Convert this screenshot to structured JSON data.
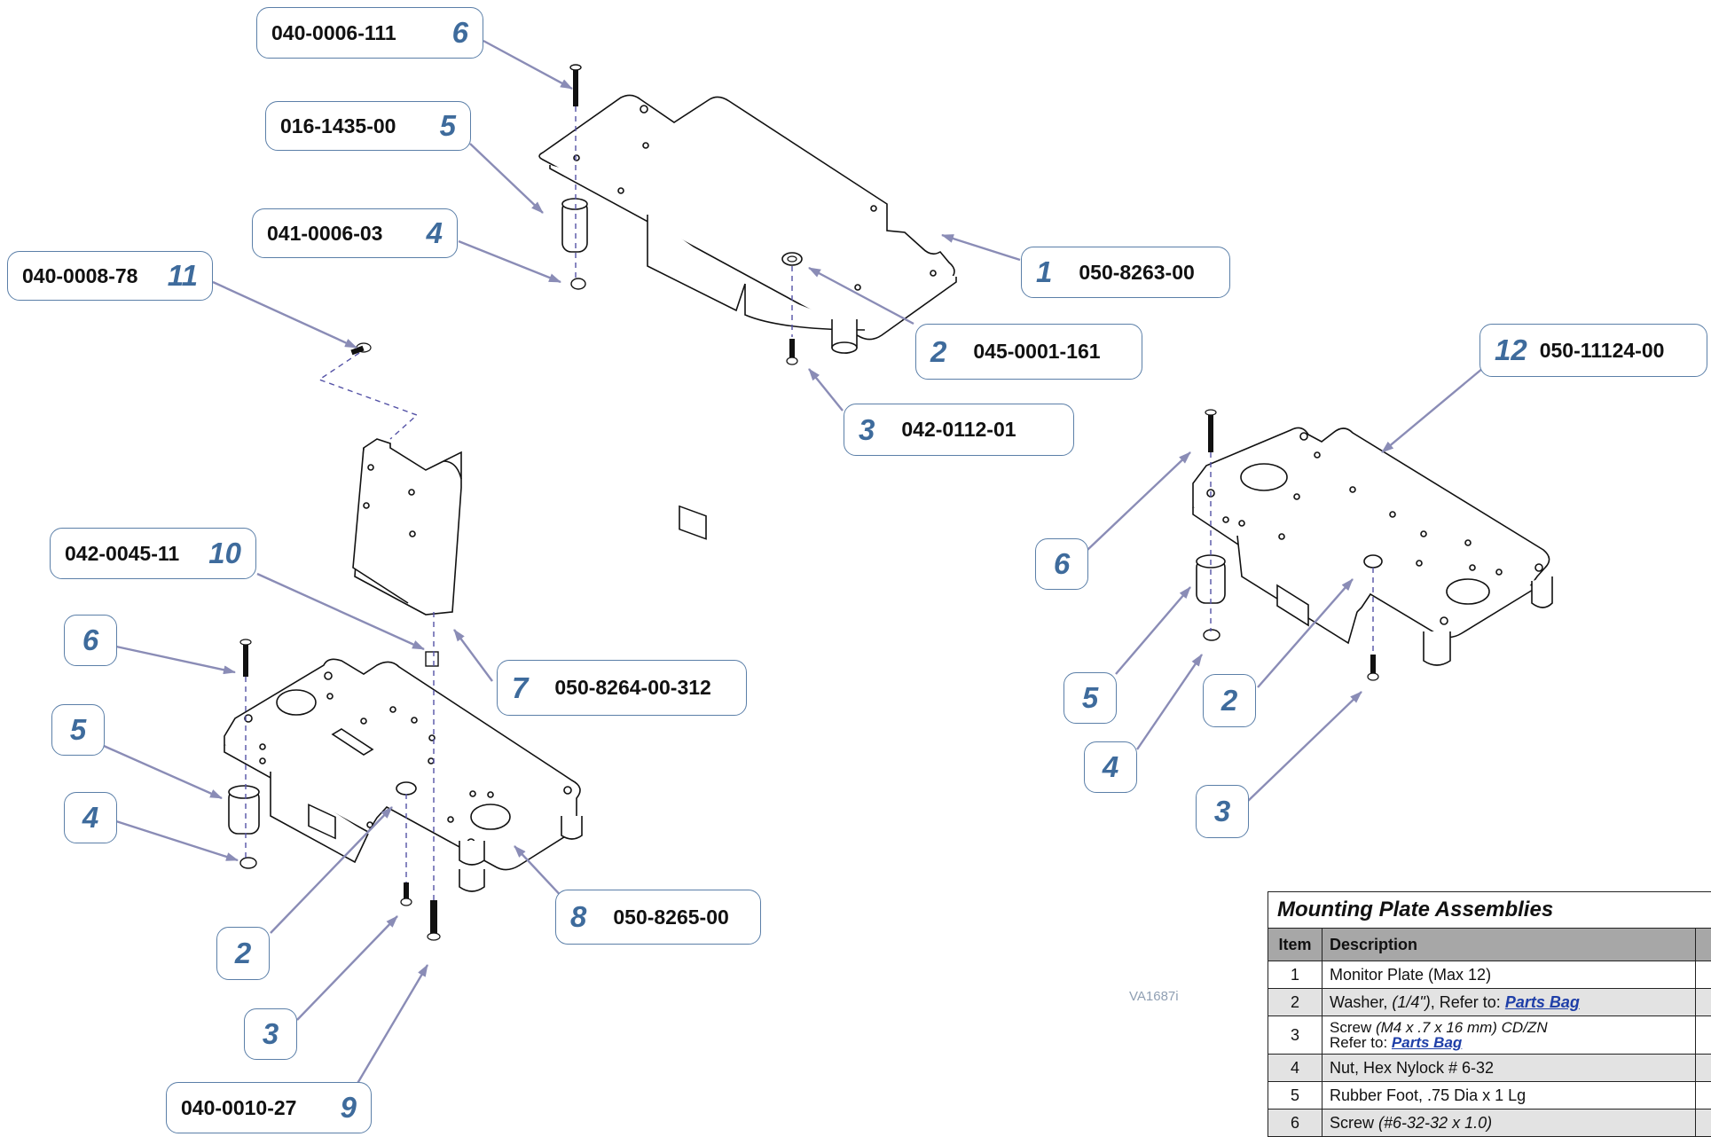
{
  "callouts": {
    "c6_top": {
      "pn": "040-0006-111",
      "num": "6"
    },
    "c5_top": {
      "pn": "016-1435-00",
      "num": "5"
    },
    "c4_top": {
      "pn": "041-0006-03",
      "num": "4"
    },
    "c11": {
      "pn": "040-0008-78",
      "num": "11"
    },
    "c1": {
      "num": "1",
      "pn": "050-8263-00"
    },
    "c2_top": {
      "num": "2",
      "pn": "045-0001-161"
    },
    "c3_top": {
      "num": "3",
      "pn": "042-0112-01"
    },
    "c12": {
      "num": "12",
      "pn": "050-11124-00"
    },
    "c10": {
      "pn": "042-0045-11",
      "num": "10"
    },
    "c7": {
      "num": "7",
      "pn": "050-8264-00-312"
    },
    "c8": {
      "num": "8",
      "pn": "050-8265-00"
    },
    "c9": {
      "pn": "040-0010-27",
      "num": "9"
    },
    "c6_left": {
      "num": "6"
    },
    "c5_left": {
      "num": "5"
    },
    "c4_left": {
      "num": "4"
    },
    "c2_left": {
      "num": "2"
    },
    "c3_left": {
      "num": "3"
    },
    "c6_right": {
      "num": "6"
    },
    "c5_right": {
      "num": "5"
    },
    "c4_right": {
      "num": "4"
    },
    "c2_right": {
      "num": "2"
    },
    "c3_right": {
      "num": "3"
    }
  },
  "watermark": "VA1687i",
  "table": {
    "title": "Mounting Plate Assemblies",
    "headers": {
      "item": "Item",
      "description": "Description"
    },
    "rows": [
      {
        "item": "1",
        "text": "Monitor Plate (Max 12)"
      },
      {
        "item": "2",
        "text": "Washer, ",
        "em": "(1/4\")",
        "text2": ", Refer to: ",
        "link": "Parts Bag"
      },
      {
        "item": "3",
        "text": "Screw ",
        "em": "(M4 x .7 x 16 mm) CD/ZN",
        "text2": "Refer to: ",
        "link": "Parts Bag"
      },
      {
        "item": "4",
        "text": "Nut, Hex Nylock # 6-32"
      },
      {
        "item": "5",
        "text": "Rubber Foot, .75 Dia x 1 Lg"
      },
      {
        "item": "6",
        "text": "Screw ",
        "em": "(#6-32-32 x 1.0)"
      }
    ]
  },
  "colors": {
    "callout_border": "#5b7fa8",
    "callout_number": "#3e6b9c",
    "leader": "#8a8cb6",
    "table_header": "#a7a7a7"
  }
}
